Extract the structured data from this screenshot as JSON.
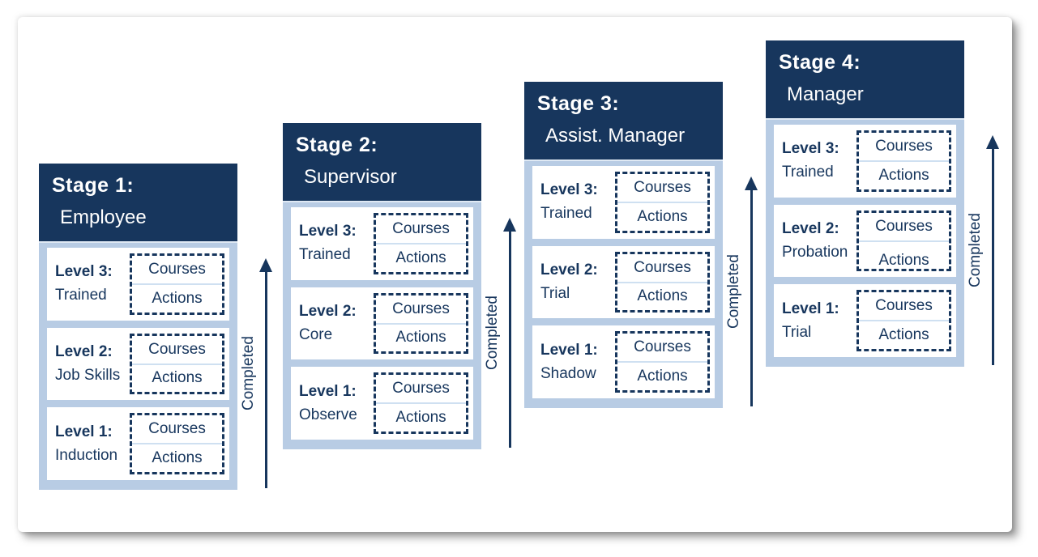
{
  "diagram": {
    "colors": {
      "navy": "#17365D",
      "light_blue": "#B8CCE4",
      "row_background": "#FFFFFF",
      "divider": "#CFE0F1",
      "page_background": "#FFFFFF"
    },
    "stages": [
      {
        "title": "Stage 1:",
        "role": "Employee",
        "completed": "Completed",
        "levels": [
          {
            "label": "Level 3:",
            "name": "Trained",
            "courses": "Courses",
            "actions": "Actions"
          },
          {
            "label": "Level 2:",
            "name": "Job Skills",
            "courses": "Courses",
            "actions": "Actions"
          },
          {
            "label": "Level 1:",
            "name": "Induction",
            "courses": "Courses",
            "actions": "Actions"
          }
        ]
      },
      {
        "title": "Stage 2:",
        "role": "Supervisor",
        "completed": "Completed",
        "levels": [
          {
            "label": "Level 3:",
            "name": "Trained",
            "courses": "Courses",
            "actions": "Actions"
          },
          {
            "label": "Level 2:",
            "name": "Core",
            "courses": "Courses",
            "actions": "Actions"
          },
          {
            "label": "Level 1:",
            "name": "Observe",
            "courses": "Courses",
            "actions": "Actions"
          }
        ]
      },
      {
        "title": "Stage 3:",
        "role": "Assist. Manager",
        "completed": "Completed",
        "levels": [
          {
            "label": "Level 3:",
            "name": "Trained",
            "courses": "Courses",
            "actions": "Actions"
          },
          {
            "label": "Level 2:",
            "name": "Trial",
            "courses": "Courses",
            "actions": "Actions"
          },
          {
            "label": "Level 1:",
            "name": "Shadow",
            "courses": "Courses",
            "actions": "Actions"
          }
        ]
      },
      {
        "title": "Stage 4:",
        "role": "Manager",
        "completed": "Completed",
        "levels": [
          {
            "label": "Level 3:",
            "name": "Trained",
            "courses": "Courses",
            "actions": "Actions"
          },
          {
            "label": "Level 2:",
            "name": "Probation",
            "courses": "Courses",
            "actions": "Actions"
          },
          {
            "label": "Level 1:",
            "name": "Trial",
            "courses": "Courses",
            "actions": "Actions"
          }
        ]
      }
    ]
  }
}
